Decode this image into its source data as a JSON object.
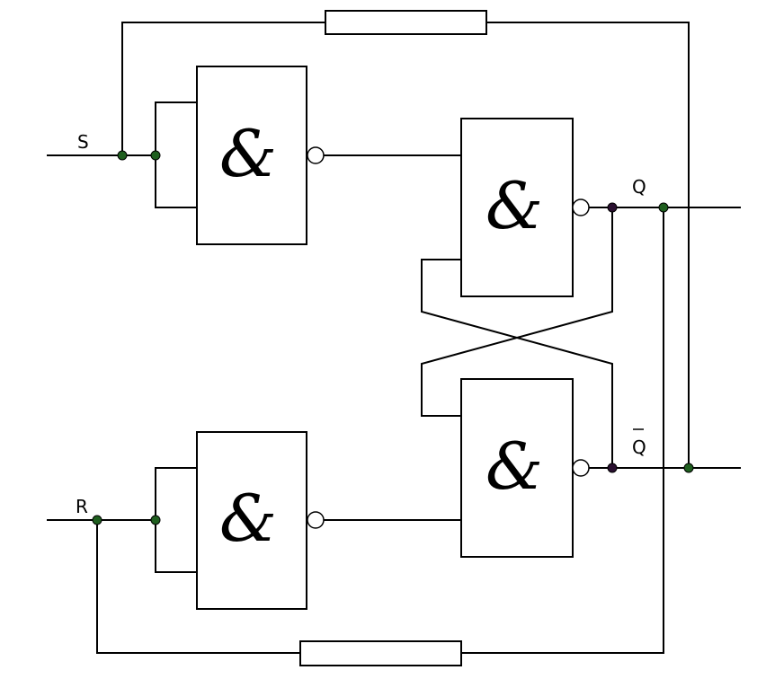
{
  "gates": {
    "input_s": {
      "symbol": "&"
    },
    "input_r": {
      "symbol": "&"
    },
    "latch_top": {
      "symbol": "&"
    },
    "latch_bottom": {
      "symbol": "&"
    }
  },
  "labels": {
    "s": "S",
    "r": "R",
    "q": "Q",
    "q_bar": "Q"
  },
  "colors": {
    "wire": "#000000",
    "junction_fill": "#1f5f1f",
    "junction_fill_alt": "#2a1030",
    "background": "#ffffff"
  }
}
